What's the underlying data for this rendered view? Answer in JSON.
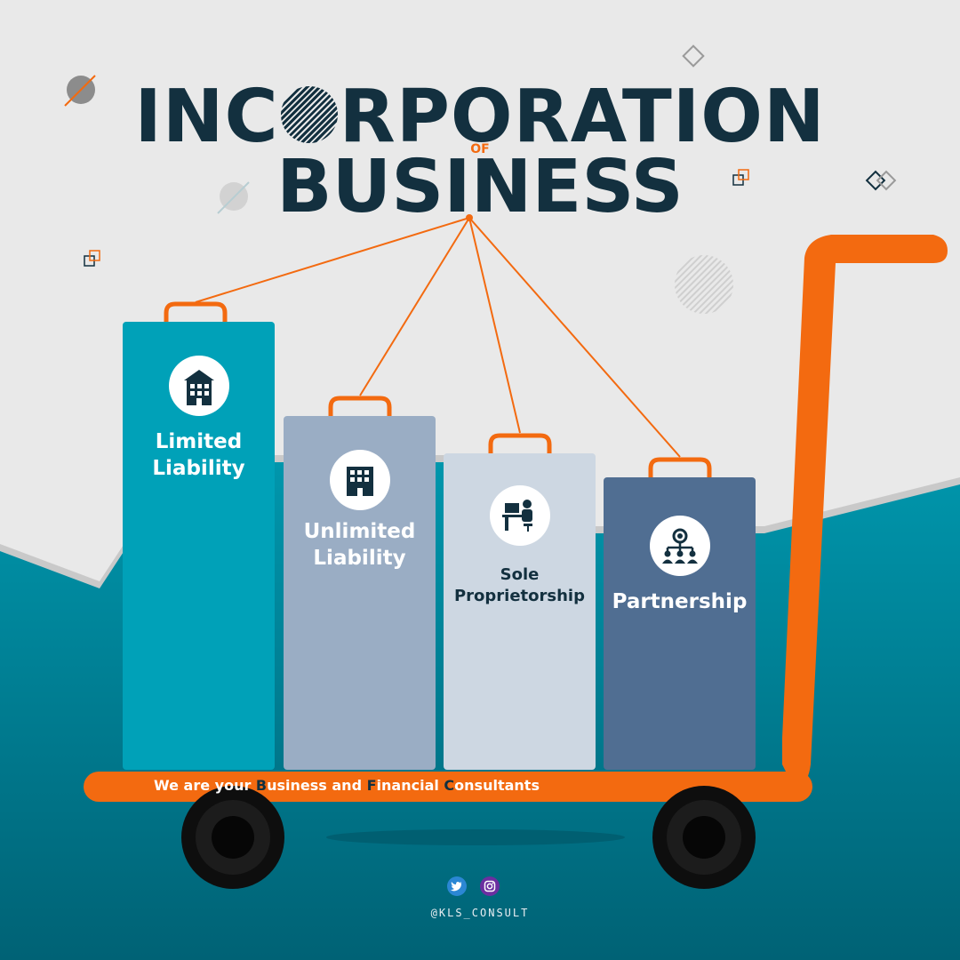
{
  "title": {
    "line1_a": "INC",
    "line1_b": "RPORATION",
    "of": "OF",
    "line2": "BUSINESS"
  },
  "bags": [
    {
      "label_1": "Limited",
      "label_2": "Liability",
      "icon": "building-icon",
      "color": "#00a1b8"
    },
    {
      "label_1": "Unlimited",
      "label_2": "Liability",
      "icon": "office-building-icon",
      "color": "#9aadc4"
    },
    {
      "label_1": "Sole",
      "label_2": "Proprietorship",
      "icon": "desk-worker-icon",
      "color": "#cdd7e2"
    },
    {
      "label_1": "Partnership",
      "label_2": "",
      "icon": "network-people-icon",
      "color": "#506e92"
    }
  ],
  "tagline": {
    "p1": "We are your ",
    "b": "B",
    "p2": "usiness and ",
    "f": "F",
    "p3": "inancial ",
    "c": "C",
    "p4": "onsultants"
  },
  "social": {
    "twitter": "twitter-icon",
    "instagram": "instagram-icon",
    "handle": "@KLS_CONSULT"
  },
  "colors": {
    "accent": "#f36a10",
    "navy": "#13303f",
    "teal": "#00a1b8"
  }
}
